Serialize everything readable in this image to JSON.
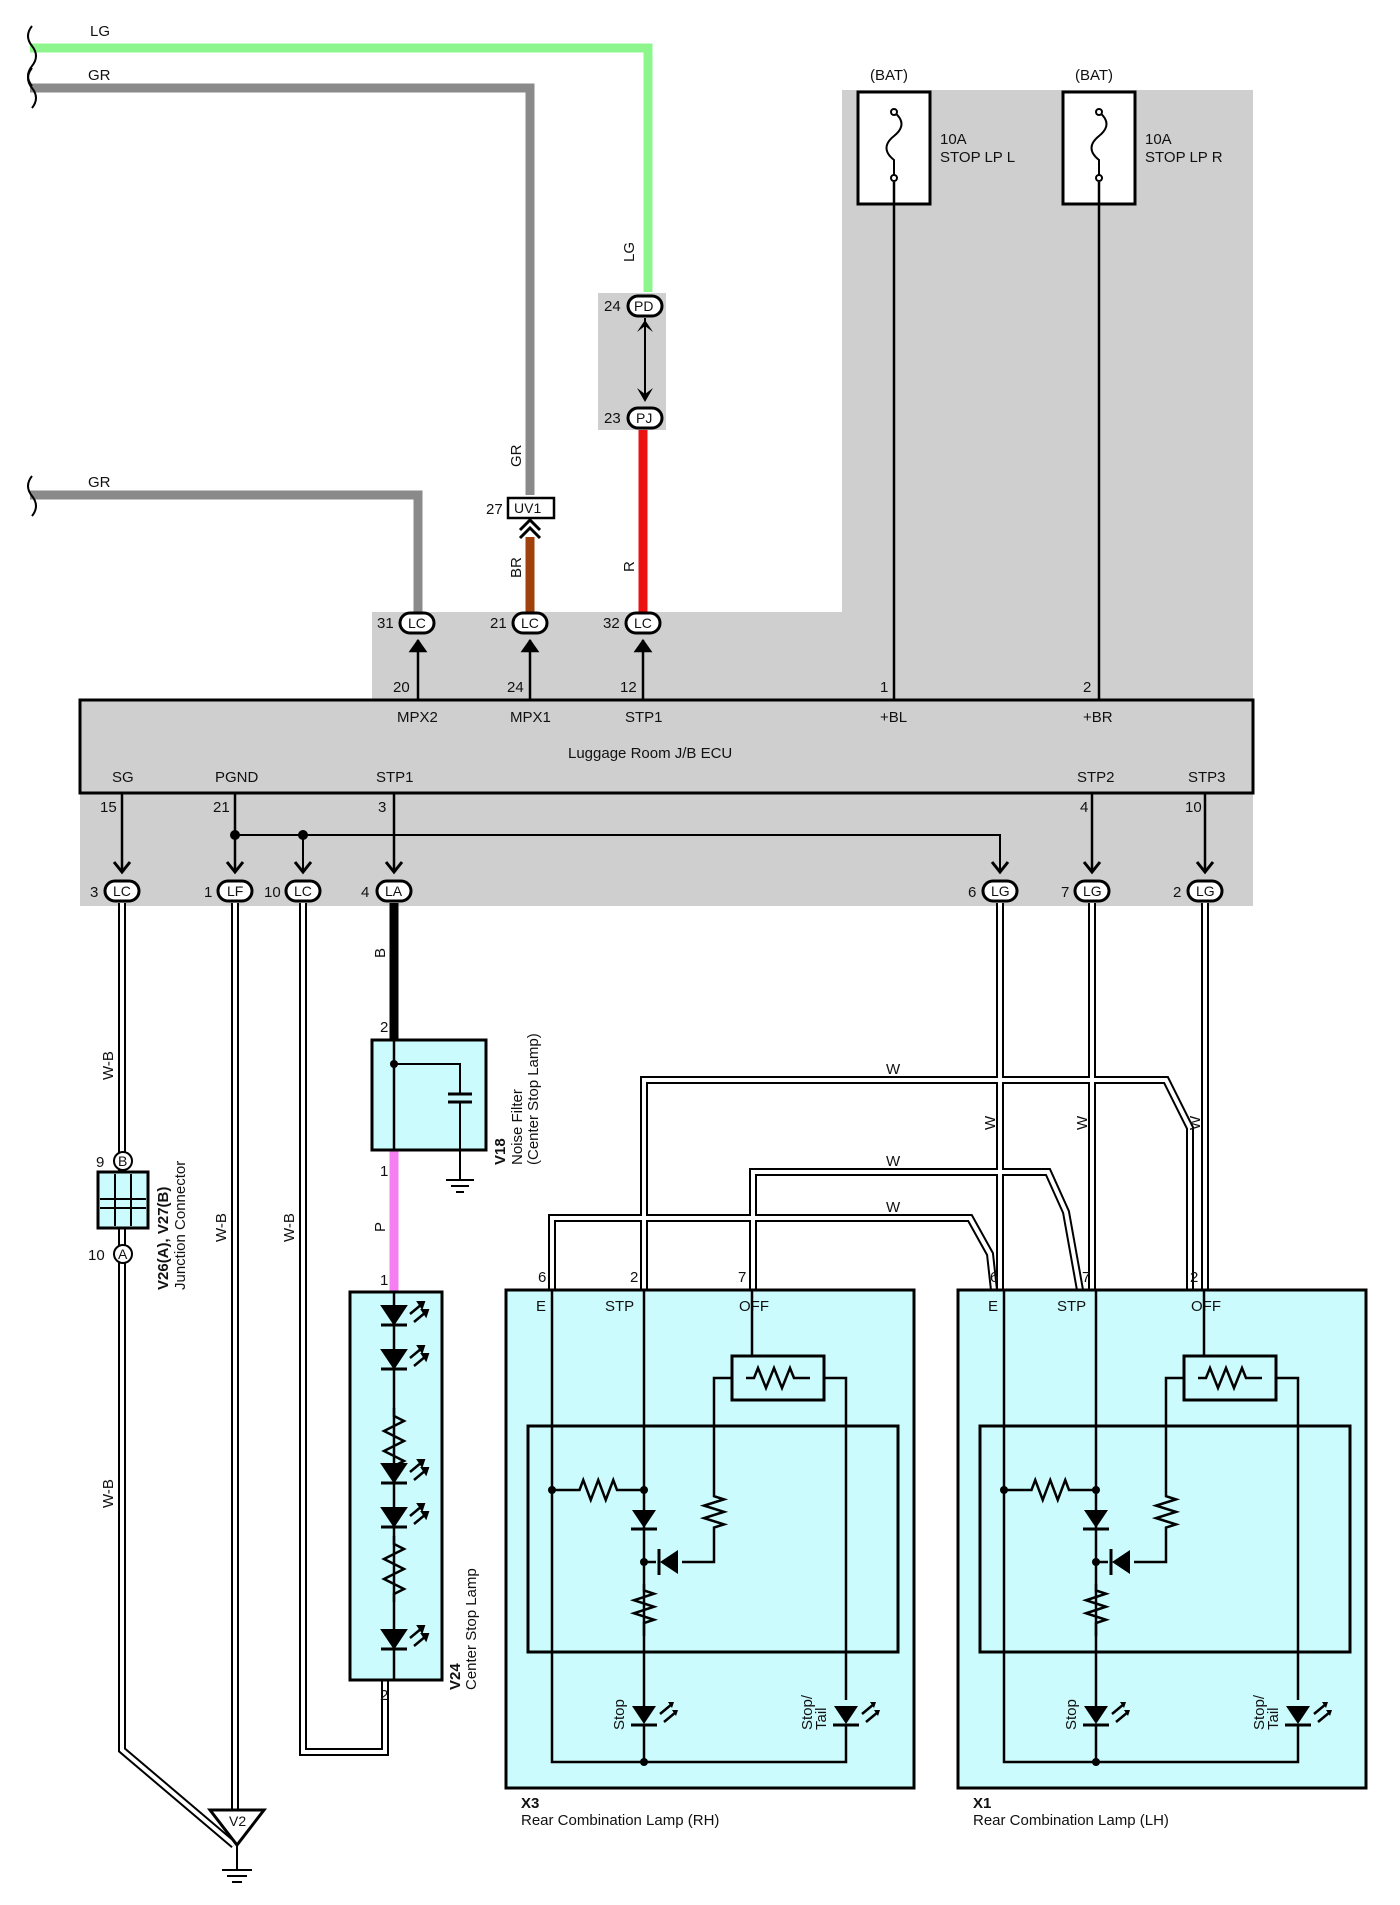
{
  "wires": {
    "lg": "LG",
    "gr": "GR",
    "br": "BR",
    "r": "R",
    "b": "B",
    "p": "P",
    "wb": "W-B",
    "w": "W"
  },
  "fuses": [
    {
      "supply": "(BAT)",
      "rating": "10A",
      "name": "STOP LP L"
    },
    {
      "supply": "(BAT)",
      "rating": "10A",
      "name": "STOP LP R"
    }
  ],
  "ecu": {
    "name": "Luggage Room J/B ECU",
    "top_pins": [
      {
        "num": "20",
        "label": "MPX2"
      },
      {
        "num": "24",
        "label": "MPX1"
      },
      {
        "num": "12",
        "label": "STP1"
      },
      {
        "num": "1",
        "label": "+BL"
      },
      {
        "num": "2",
        "label": "+BR"
      }
    ],
    "bottom_pins": [
      {
        "num": "15",
        "label": "SG"
      },
      {
        "num": "21",
        "label": "PGND"
      },
      {
        "num": "3",
        "label": "STP1"
      },
      {
        "num": "4",
        "label": "STP2"
      },
      {
        "num": "10",
        "label": "STP3"
      }
    ]
  },
  "connectors": {
    "pd": {
      "num": "24",
      "code": "PD"
    },
    "pj": {
      "num": "23",
      "code": "PJ"
    },
    "uv1": {
      "num": "27",
      "code": "UV1"
    },
    "lc31": {
      "num": "31",
      "code": "LC"
    },
    "lc21": {
      "num": "21",
      "code": "LC"
    },
    "lc32": {
      "num": "32",
      "code": "LC"
    },
    "lc3": {
      "num": "3",
      "code": "LC"
    },
    "lf1": {
      "num": "1",
      "code": "LF"
    },
    "lc10": {
      "num": "10",
      "code": "LC"
    },
    "la4": {
      "num": "4",
      "code": "LA"
    },
    "lg6": {
      "num": "6",
      "code": "LG"
    },
    "lg7": {
      "num": "7",
      "code": "LG"
    },
    "lg2": {
      "num": "2",
      "code": "LG"
    }
  },
  "junction": {
    "code": "V26(A), V27(B)",
    "name": "Junction Connector",
    "pin_b": "9",
    "letter_b": "B",
    "pin_a": "10",
    "letter_a": "A"
  },
  "noise_filter": {
    "code": "V18",
    "name": "Noise Filter",
    "sub": "(Center Stop Lamp)",
    "pin_top": "2",
    "pin_bottom": "1"
  },
  "center_stop_lamp": {
    "code": "V24",
    "name": "Center Stop Lamp",
    "pin_top": "1",
    "pin_bottom": "2"
  },
  "ground": {
    "code": "V2"
  },
  "rear_lamps": [
    {
      "code": "X3",
      "name": "Rear Combination Lamp (RH)",
      "pins": [
        "6",
        "2",
        "7"
      ],
      "terms": [
        "E",
        "STP",
        "OFF"
      ],
      "stop": "Stop",
      "stop_tail": "Stop/\nTail"
    },
    {
      "code": "X1",
      "name": "Rear Combination Lamp (LH)",
      "pins": [
        "6",
        "7",
        "2"
      ],
      "terms": [
        "E",
        "STP",
        "OFF"
      ],
      "stop": "Stop",
      "stop_tail": "Stop/\nTail"
    }
  ],
  "colors": {
    "lg": "#8cf58c",
    "gr": "#8a8a8a",
    "br": "#a0400a",
    "r": "#ee1111",
    "b": "#000000",
    "p": "#f57ff0",
    "box_fill": "#cfcfcf",
    "comp_fill": "#ccfbfd"
  }
}
